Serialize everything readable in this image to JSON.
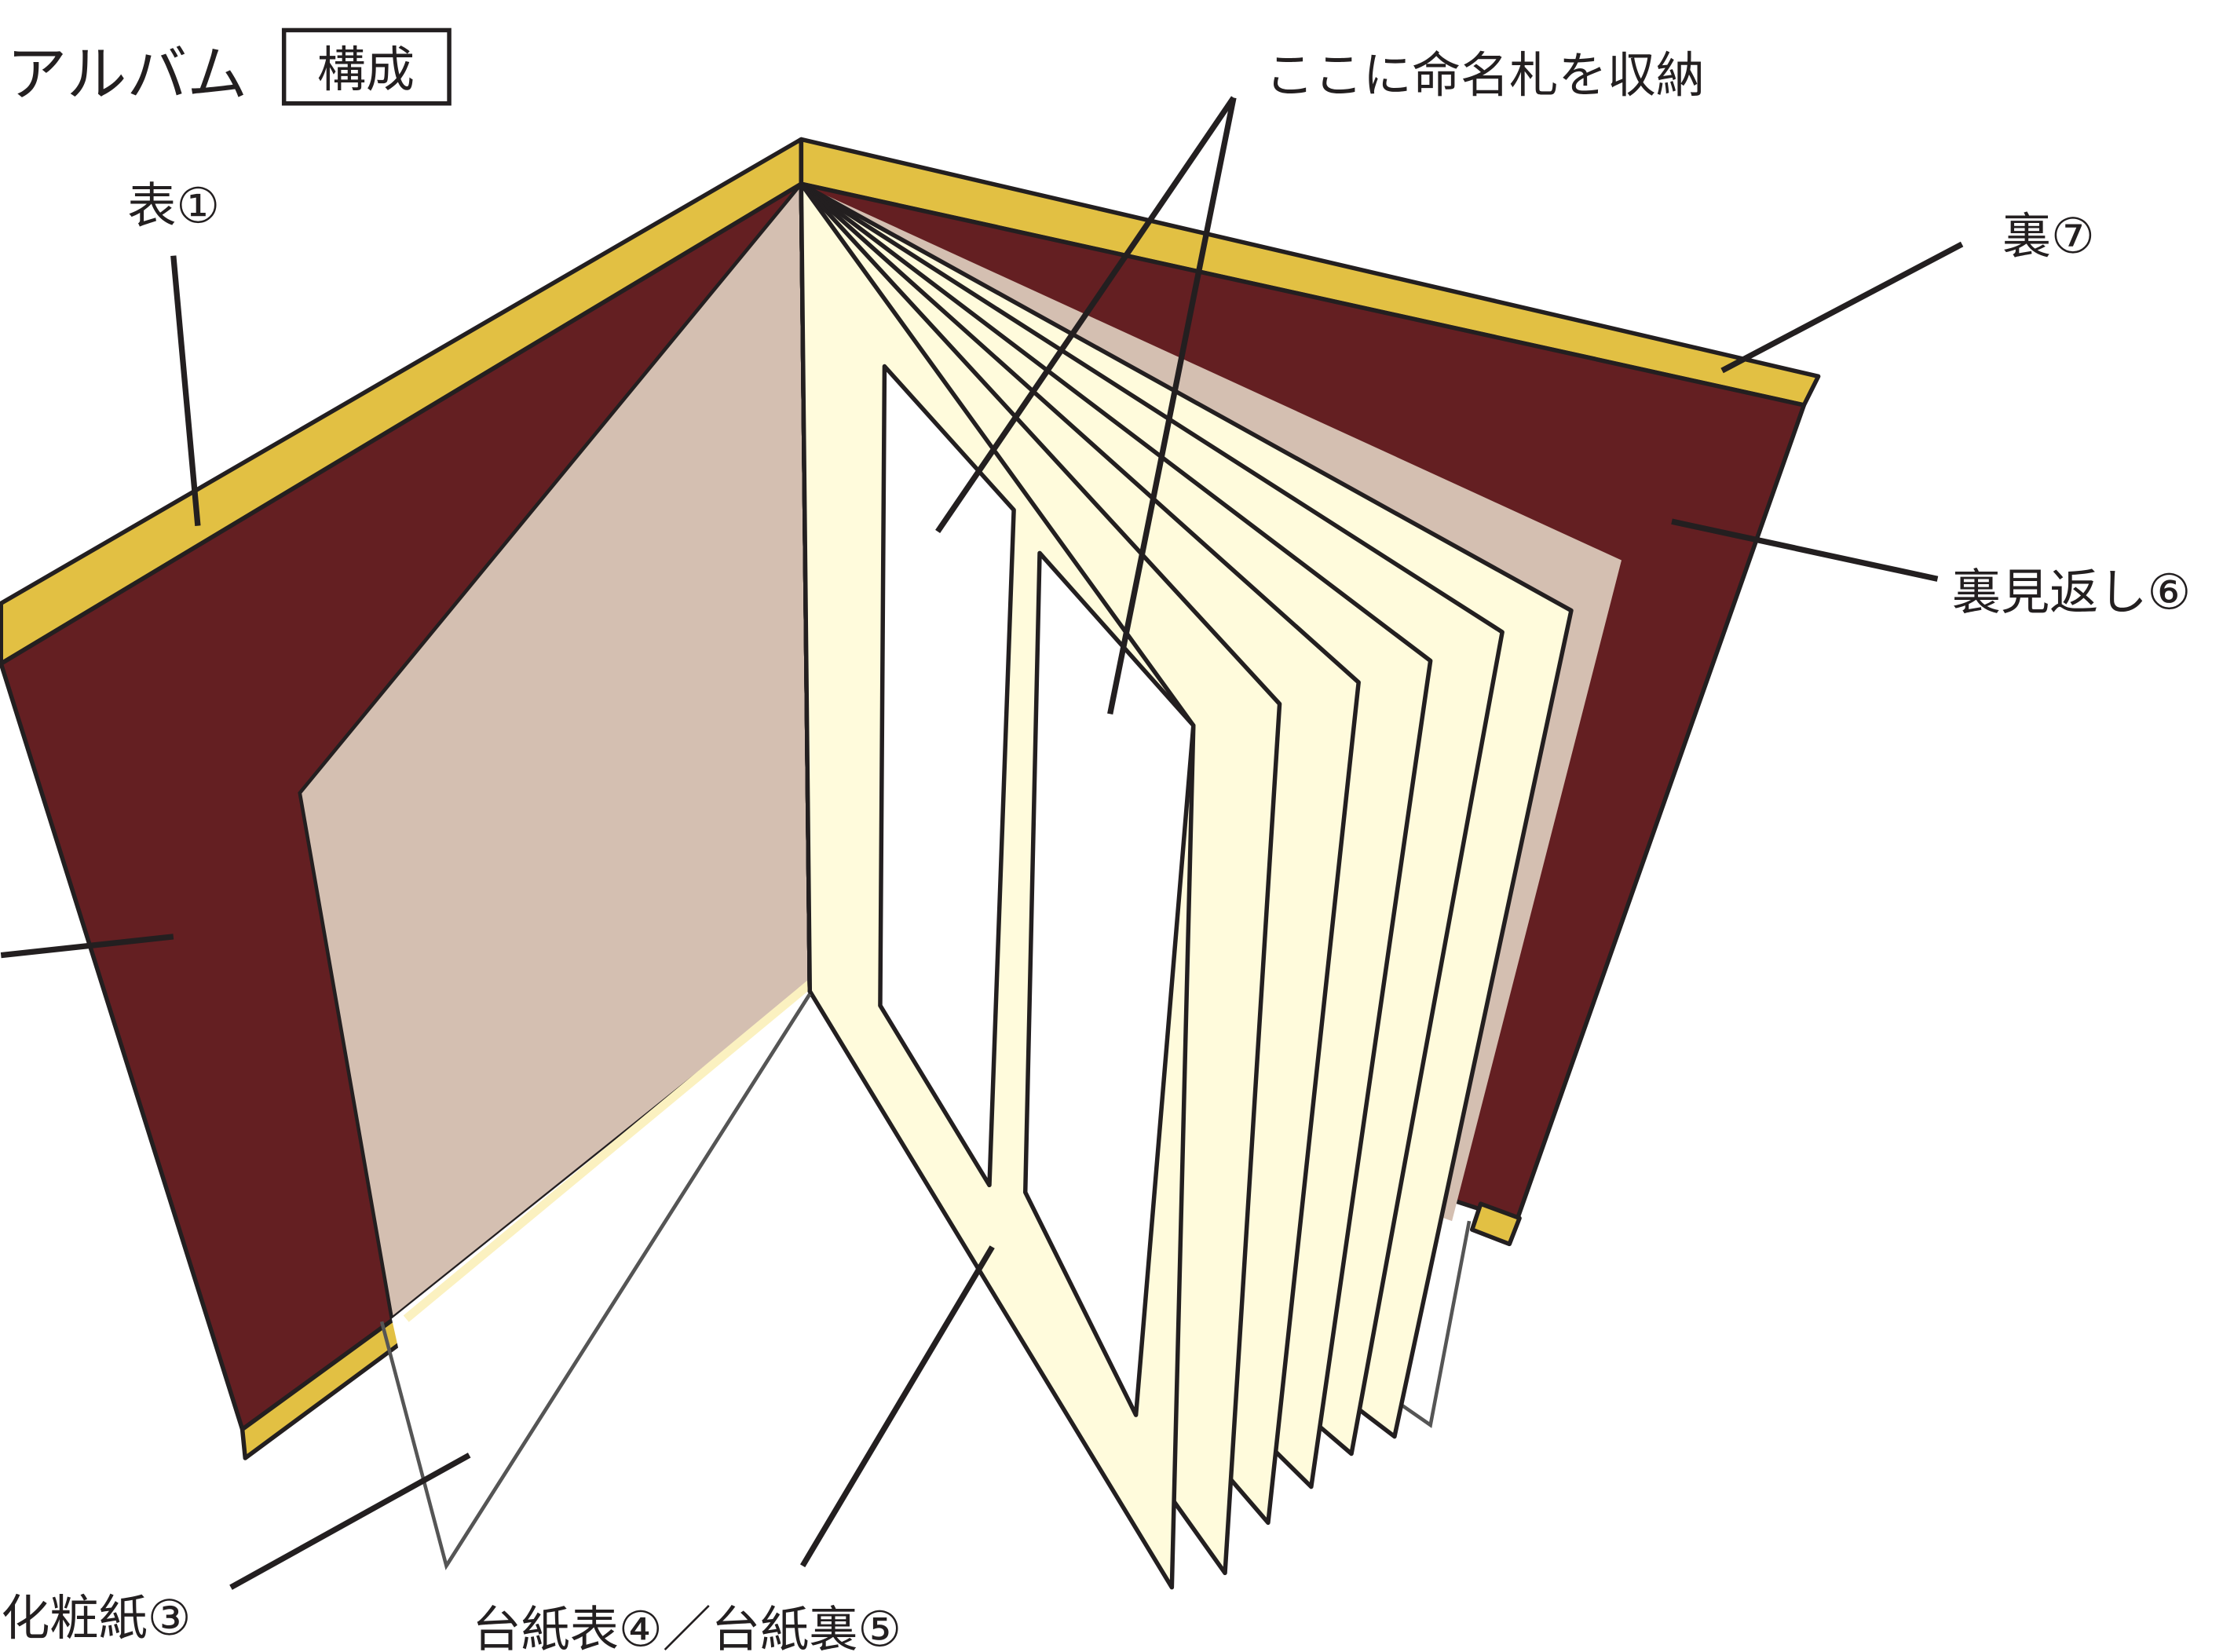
{
  "title": "アルバム",
  "title_badge": "構成",
  "labels": {
    "front_cover": "表①",
    "back_cover": "裏⑦",
    "back_endpaper": "裏見返し⑥",
    "tissue_paper": "化粧紙③",
    "mount": "台紙表④／台紙裏⑤",
    "name_tag": "ここに命名札を収納"
  },
  "colors": {
    "cover": "#641f22",
    "gold_edge": "#e2c043",
    "endpaper": "#d4bfb1",
    "page": "#fffbdc",
    "outline": "#231f20"
  }
}
